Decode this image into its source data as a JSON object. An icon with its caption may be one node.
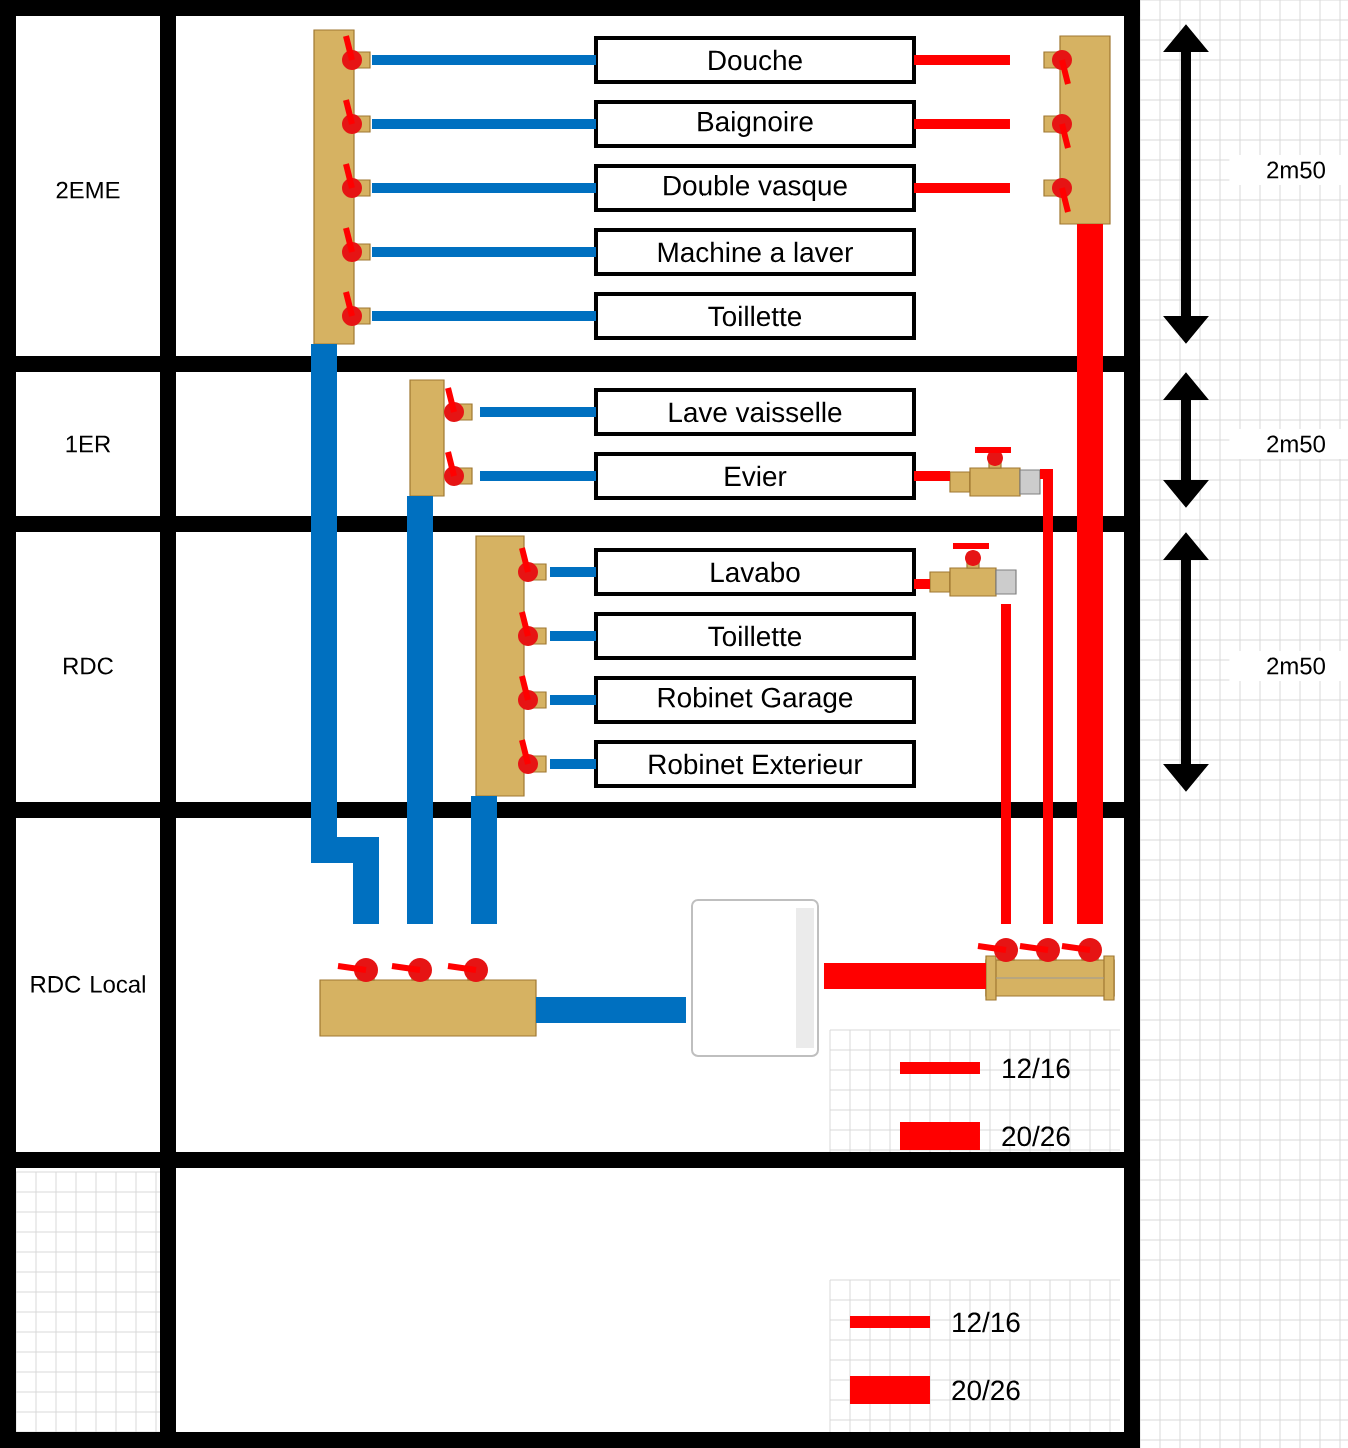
{
  "diagram": {
    "nodes": [
      {
        "text": [
          "Douche"
        ]
      },
      {
        "text": [
          "Baignoire"
        ]
      },
      {
        "text": [
          "Double vasque"
        ]
      },
      {
        "text": [
          "Machine a laver"
        ]
      },
      {
        "text": [
          "Toillette"
        ]
      },
      {
        "text": [
          "Lave vaisselle"
        ]
      },
      {
        "text": [
          "Evier"
        ]
      },
      {
        "text": [
          "Lavabo"
        ]
      },
      {
        "text": [
          "Toillette"
        ]
      },
      {
        "text": [
          "Robinet Garage"
        ]
      },
      {
        "text": [
          "Robinet Exterieur"
        ]
      },
      {
        "text": [],
        "shape": "picture"
      },
      {
        "text": [],
        "shape": "picture"
      },
      {
        "text": [],
        "shape": "picture"
      },
      {
        "text": [],
        "shape": "picture"
      },
      {
        "text": [],
        "shape": "picture"
      },
      {
        "text": [],
        "shape": "picture"
      },
      {
        "text": [],
        "shape": "picture"
      },
      {
        "text": [],
        "shape": "picture"
      },
      {
        "text": [],
        "shape": "picture"
      }
    ],
    "edges": [
      {
        "from": 11,
        "to": 0,
        "arrow": "none"
      },
      {
        "from": 11,
        "to": 1,
        "arrow": "none"
      },
      {
        "from": 11,
        "to": 2,
        "arrow": "none"
      },
      {
        "from": 11,
        "to": 3,
        "arrow": "none"
      },
      {
        "from": 11,
        "to": 4,
        "arrow": "none"
      },
      {
        "from": 0,
        "to": 12,
        "arrow": "none",
        "color": "#ff0000"
      },
      {
        "from": 1,
        "to": 12,
        "arrow": "none",
        "color": "#ff0000"
      },
      {
        "from": 2,
        "to": 12,
        "arrow": "none",
        "color": "#ff0000"
      },
      {
        "from": 13,
        "to": 5,
        "arrow": "none"
      },
      {
        "from": 13,
        "to": 6,
        "arrow": "none"
      },
      {
        "from": 6,
        "to": 14,
        "arrow": "none",
        "color": "#ff0000"
      },
      {
        "from": 15,
        "to": 7,
        "arrow": "none"
      },
      {
        "from": 15,
        "to": 8,
        "arrow": "none"
      },
      {
        "from": 15,
        "to": 9,
        "arrow": "none"
      },
      {
        "from": 15,
        "to": 10,
        "arrow": "none"
      },
      {
        "from": 7,
        "to": 16,
        "arrow": "none",
        "color": "#ff0000"
      },
      {
        "from": 17,
        "to": 11,
        "arrow": "none",
        "style": "thick"
      },
      {
        "from": 17,
        "to": 13,
        "arrow": "none",
        "style": "thick"
      },
      {
        "from": 17,
        "to": 15,
        "arrow": "none",
        "style": "thick"
      },
      {
        "from": 17,
        "to": 18,
        "arrow": "none",
        "style": "thick"
      },
      {
        "from": 18,
        "to": 19,
        "arrow": "none",
        "style": "thick",
        "color": "#ff0000"
      },
      {
        "from": 19,
        "to": 12,
        "arrow": "none",
        "style": "thick",
        "color": "#ff0000"
      },
      {
        "from": 19,
        "to": 14,
        "arrow": "none",
        "color": "#ff0000"
      },
      {
        "from": 19,
        "to": 16,
        "arrow": "none",
        "color": "#ff0000"
      }
    ],
    "labels": [
      "2EME",
      "2m50",
      "1ER",
      "2m50",
      "RDC",
      "2m50",
      "RDC Local"
    ],
    "legend": [
      {
        "text": "12/16"
      },
      {
        "text": "20/26"
      },
      {
        "text": "12/16"
      },
      {
        "text": "20/26"
      }
    ]
  }
}
